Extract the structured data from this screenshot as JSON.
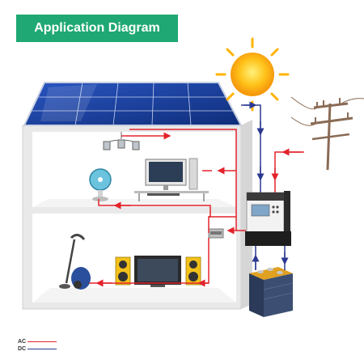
{
  "header": {
    "title": "Application Diagram"
  },
  "legend": {
    "ac_label": "AC",
    "dc_label": "DC",
    "ac_color": "#e3232c",
    "dc_color": "#2b3990"
  },
  "colors": {
    "banner": "#1fa873",
    "wall": "#e9e9e9",
    "solar_panel": "#1d3f9a"
  }
}
